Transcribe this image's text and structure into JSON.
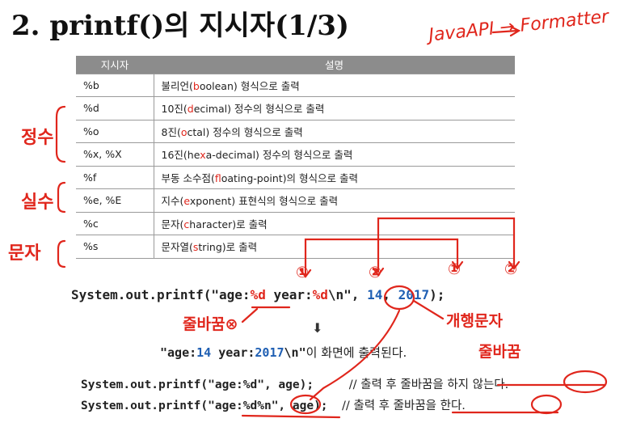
{
  "title": "2. printf()의 지시자(1/3)",
  "annotations": {
    "top": "JavaAPI → Formatter",
    "group_int": "정수",
    "group_real": "실수",
    "group_char": "문자",
    "no_newline": "줄바꿈⊗",
    "newline_char": "개행문자",
    "newline": "줄바꿈",
    "circle1": "①",
    "circle2": "②"
  },
  "table": {
    "headers": [
      "지시자",
      "설명"
    ],
    "rows": [
      {
        "code": "%b",
        "pre": "불리언(",
        "hl": "b",
        "post": "oolean) 형식으로 출력"
      },
      {
        "code": "%d",
        "pre": "10진(",
        "hl": "d",
        "post": "ecimal) 정수의 형식으로 출력"
      },
      {
        "code": "%o",
        "pre": "8진(",
        "hl": "o",
        "post": "ctal) 정수의 형식으로 출력"
      },
      {
        "code": "%x, %X",
        "pre": "16진(he",
        "hl": "x",
        "post": "a-decimal) 정수의 형식으로 출력"
      },
      {
        "code": "%f",
        "pre": "부동 소수점(",
        "hl": "f",
        "post": "loating-point)의 형식으로 출력"
      },
      {
        "code": "%e, %E",
        "pre": "지수(",
        "hl": "e",
        "post": "xponent) 표현식의 형식으로 출력"
      },
      {
        "code": "%c",
        "pre": "문자(",
        "hl": "c",
        "post": "haracter)로 출력"
      },
      {
        "code": "%s",
        "pre": "문자열(",
        "hl": "s",
        "post": "tring)로 출력"
      }
    ]
  },
  "code_main": {
    "p1": "System.out.printf(\"age:",
    "f1": "%d",
    "p2": " year:",
    "f2": "%d",
    "p3": "\\n\", ",
    "n1": "14",
    "p4": ", ",
    "n2": "2017",
    "p5": ");"
  },
  "result": {
    "p1": "\"age:",
    "n1": "14",
    "p2": " year:",
    "n2": "2017",
    "p3": "\\n\"",
    "kr": "이 화면에 출력된다."
  },
  "examples": [
    {
      "code": "System.out.printf(\"age:%d\", age);",
      "comment": "// 출력 후 줄바꿈을 하지 않는다."
    },
    {
      "code": "System.out.printf(\"age:%d%n\", age);",
      "comment": "// 출력 후 줄바꿈을 한다."
    }
  ],
  "colors": {
    "accent_red": "#e0261c",
    "number_blue": "#1f5fb3",
    "header_gray": "#8c8c8c"
  }
}
